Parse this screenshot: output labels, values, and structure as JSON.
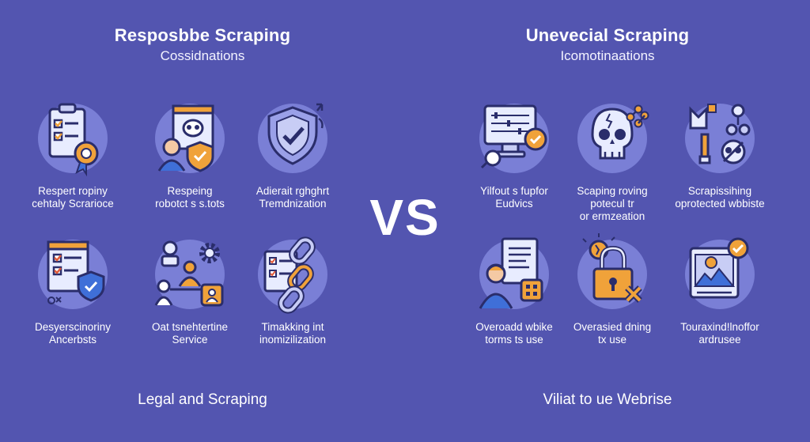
{
  "left": {
    "title": "Resposbbe Scraping",
    "subtitle": "Cossidnations",
    "footer": "Legal and Scraping",
    "items": [
      {
        "label": "Respert ropiny\ncehtaly Scrarioce",
        "icon": "checklist-badge-icon"
      },
      {
        "label": "Respeing\nrobotct s s.tots",
        "icon": "robot-shield-icon"
      },
      {
        "label": "Adierait rghghrt\nTremdnization",
        "icon": "shield-check-icon"
      },
      {
        "label": "Desyerscinoriny\nAncerbsts",
        "icon": "document-shield-icon"
      },
      {
        "label": "Oat tsnehtertine\nService",
        "icon": "people-gear-icon"
      },
      {
        "label": "Timakking int\ninomizilization",
        "icon": "chain-link-icon"
      }
    ]
  },
  "vs": "VS",
  "right": {
    "title": "Unevecial Scraping",
    "subtitle": "Icomotinaations",
    "footer": "Viliat to ue Webrise",
    "items": [
      {
        "label": "Yilfout s fupfor\nEudvics",
        "icon": "monitor-data-icon"
      },
      {
        "label": "Scaping roving\npotecul tr\nor ermzeation",
        "icon": "skull-icon"
      },
      {
        "label": "Scrapissihing\noprotected wbbiste",
        "icon": "network-tools-icon"
      },
      {
        "label": "Overoadd wbike\ntorms ts use",
        "icon": "person-document-icon"
      },
      {
        "label": "Overasied dning\ntx use",
        "icon": "padlock-cross-icon"
      },
      {
        "label": "Touraxind!lnoffor\nardrusee",
        "icon": "image-check-icon"
      }
    ]
  },
  "colors": {
    "background": "#5355b0",
    "circle": "#7a7fd6",
    "outline": "#2a2d6b",
    "accent_orange": "#f0a23a",
    "accent_blue": "#3f6fd8",
    "paper": "#e8ecff"
  }
}
